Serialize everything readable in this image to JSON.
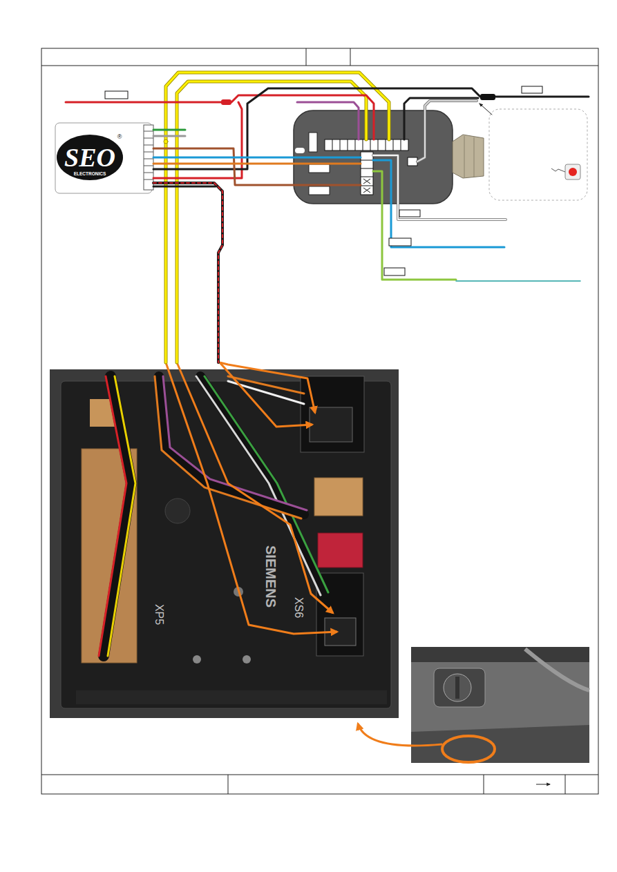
{
  "diagram": {
    "nodes": [
      {
        "text": [
          "SEO",
          "®",
          "ELECTRONICS"
        ]
      }
    ],
    "labels": [
      "XP5",
      "SIEMENS",
      "XS6"
    ]
  }
}
